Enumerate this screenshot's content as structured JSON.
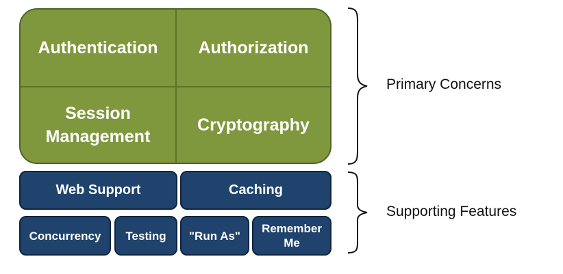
{
  "primary": {
    "cells": [
      "Authentication",
      "Authorization",
      "Session\nManagement",
      "Cryptography"
    ],
    "label": "Primary Concerns"
  },
  "supporting": {
    "row1": [
      "Web Support",
      "Caching"
    ],
    "row2": [
      "Concurrency",
      "Testing",
      "\"Run As\"",
      "Remember\nMe"
    ],
    "label": "Supporting Features"
  },
  "colors": {
    "primary_fill": "#7f983d",
    "supporting_fill": "#1f436c",
    "text": "#ffffff"
  }
}
